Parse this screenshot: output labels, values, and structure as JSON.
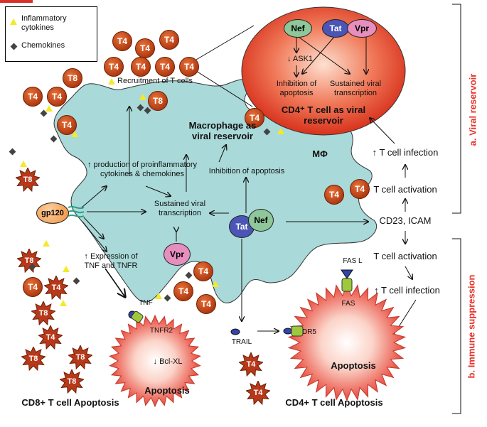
{
  "legend": {
    "inflammatory": "Inflammatory\ncytokines",
    "chemokines": "Chemokines"
  },
  "cells": {
    "t4": "T4",
    "t8": "T8"
  },
  "viral_reservoir": {
    "nef": "Nef",
    "tat": "Tat",
    "vpr": "Vpr",
    "ask1": "↓ ASK1",
    "inhibition": "Inhibition of\napoptosis",
    "sustained": "Sustained viral\ntranscription",
    "title": "CD4⁺ T cell as viral\nreservoir"
  },
  "macrophage": {
    "recruitment": "Recruitment of  T cells",
    "title": "Macrophage as\nviral reservoir",
    "mphi": "MΦ",
    "production": "↑ production of proinflammatory\ncytokines & chemokines",
    "inhibition": "Inhibition of apoptosis",
    "sustained": "Sustained viral\ntranscription",
    "expression": "↑ Expression of\nTNF and TNFR",
    "gp120": "gp120",
    "tat": "Tat",
    "nef": "Nef",
    "vpr": "Vpr"
  },
  "right_flow": {
    "tcell_infection_top": "↑ T cell infection",
    "tcell_activation_top": "T cell activation",
    "cd23": "CD23, ICAM",
    "tcell_activation_bottom": "T cell activation",
    "tcell_infection_bottom": "↑ T cell infection"
  },
  "apoptosis": {
    "tnf": "TNF",
    "tnfr2": "TNFR2",
    "bclxl": "↓ Bcl-XL",
    "apoptosis_left": "Apoptosis",
    "trail": "TRAIL",
    "dr5": "DR5",
    "fasl": "FAS L",
    "fas": "FAS",
    "apoptosis_right": "Apoptosis",
    "cd8_caption": "CD8+ T cell Apoptosis",
    "cd4_caption": "CD4+ T cell Apoptosis"
  },
  "side_labels": {
    "a": "a. Viral reservoir",
    "b": "b. Immune suppression"
  }
}
